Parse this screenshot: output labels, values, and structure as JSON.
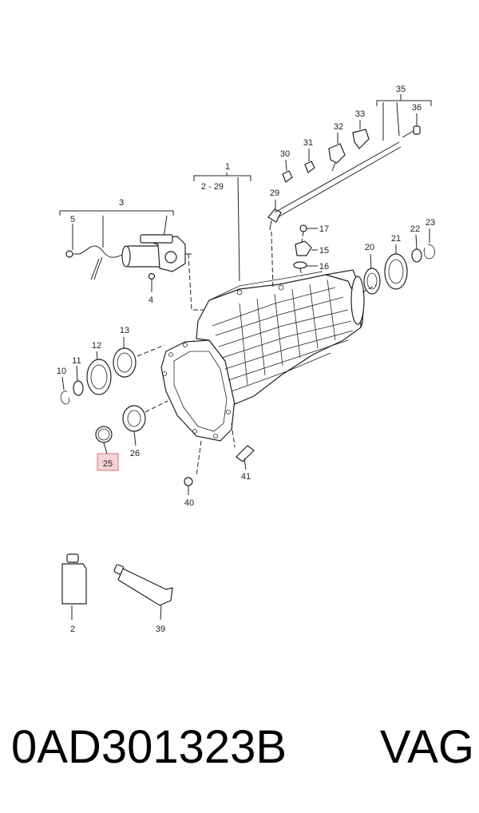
{
  "callouts": {
    "c1": "1",
    "c1_range": "2 - 29",
    "c2": "2",
    "c3": "3",
    "c4": "4",
    "c5": "5",
    "c10": "10",
    "c11": "11",
    "c12": "12",
    "c13": "13",
    "c15": "15",
    "c16": "16",
    "c17": "17",
    "c20": "20",
    "c21": "21",
    "c22": "22",
    "c23": "23",
    "c25": "25",
    "c26": "26",
    "c29": "29",
    "c30": "30",
    "c31": "31",
    "c32": "32",
    "c33": "33",
    "c35": "35",
    "c36": "36",
    "c39": "39",
    "c40": "40",
    "c41": "41"
  },
  "highlighted_callout": "25",
  "colors": {
    "line": "#222222",
    "highlight_fill": "#f6d3d6",
    "highlight_stroke": "#d9707c"
  },
  "footer": {
    "part_number": "0AD301323B",
    "brand": "VAG"
  }
}
